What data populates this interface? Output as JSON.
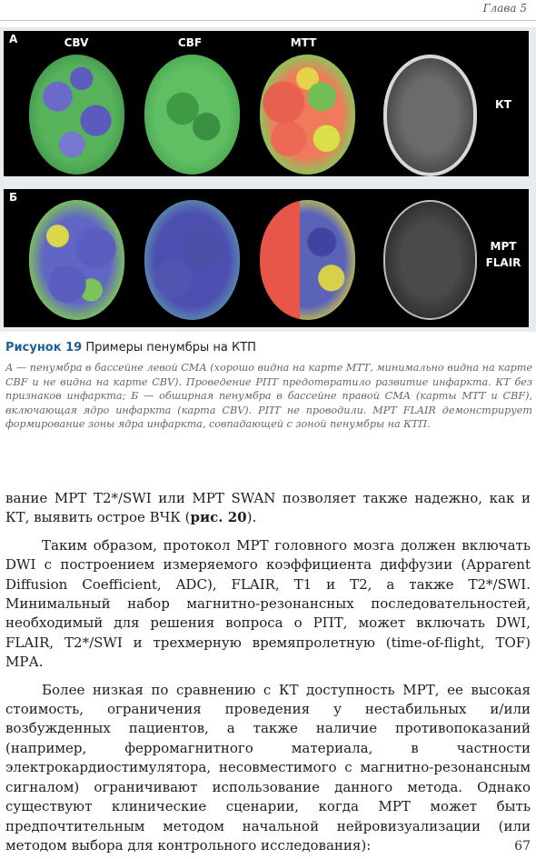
{
  "header": {
    "chapter": "Глава 5"
  },
  "figure": {
    "panel_a": {
      "letter": "А",
      "labels": [
        "CBV",
        "CBF",
        "MTT"
      ],
      "side_label": "КТ"
    },
    "panel_b": {
      "letter": "Б",
      "side_label_line1": "МРТ",
      "side_label_line2": "FLAIR"
    }
  },
  "caption": {
    "number": "Рисунок 19",
    "title": "Примеры пенумбры на КТП",
    "text": "А — пенумбра в бассейне левой СМА (хорошо видна на карте МТТ, минимально видна на карте CBF и не видна на карте CBV). Проведение РПТ предотвратило развитие инфаркта. КТ без признаков инфаркта; Б — обширная пенумбра в бассейне правой СМА (карты МТТ и CBF), включающая ядро инфаркта (карта CBV). РПТ не проводили. МРТ FLAIR демонстрирует формирование зоны ядра инфаркта, совпадающей с зоной пенумбры на КТП."
  },
  "body": {
    "p1_start": "вание МРТ T2*/SWI или МРТ SWAN позволяет также надежно, как и КТ, выявить острое ВЧК (",
    "p1_ref": "рис. 20",
    "p1_end": ").",
    "p2": "Таким образом, протокол МРТ головного мозга должен включать DWI с построением измеряемого коэффициента диффузии (Apparent Diffusion Coefficient, ADC), FLAIR, T1 и T2, а также T2*/SWI. Минимальный набор магнитно-резонансных последовательностей, необходимый для решения вопроса о РПТ, может включать DWI, FLAIR, T2*/SWI и трехмерную времяпролетную (time-of-flight, TOF) МРА.",
    "p3": "Более низкая по сравнению с КТ доступность МРТ, ее высокая стоимость, ограничения проведения у нестабильных и/или возбужденных пациентов, а также наличие противопоказаний (например, ферромагнитного материала, в частности электрокардиостимулятора, несовместимого с магнитно-резонансным сигналом) ограничивают использование данного метода. Однако существуют клинические сценарии, когда МРТ может быть предпочтительным методом начальной нейровизуализации (или методом выбора для контрольного исследования):"
  },
  "page_number": "67"
}
